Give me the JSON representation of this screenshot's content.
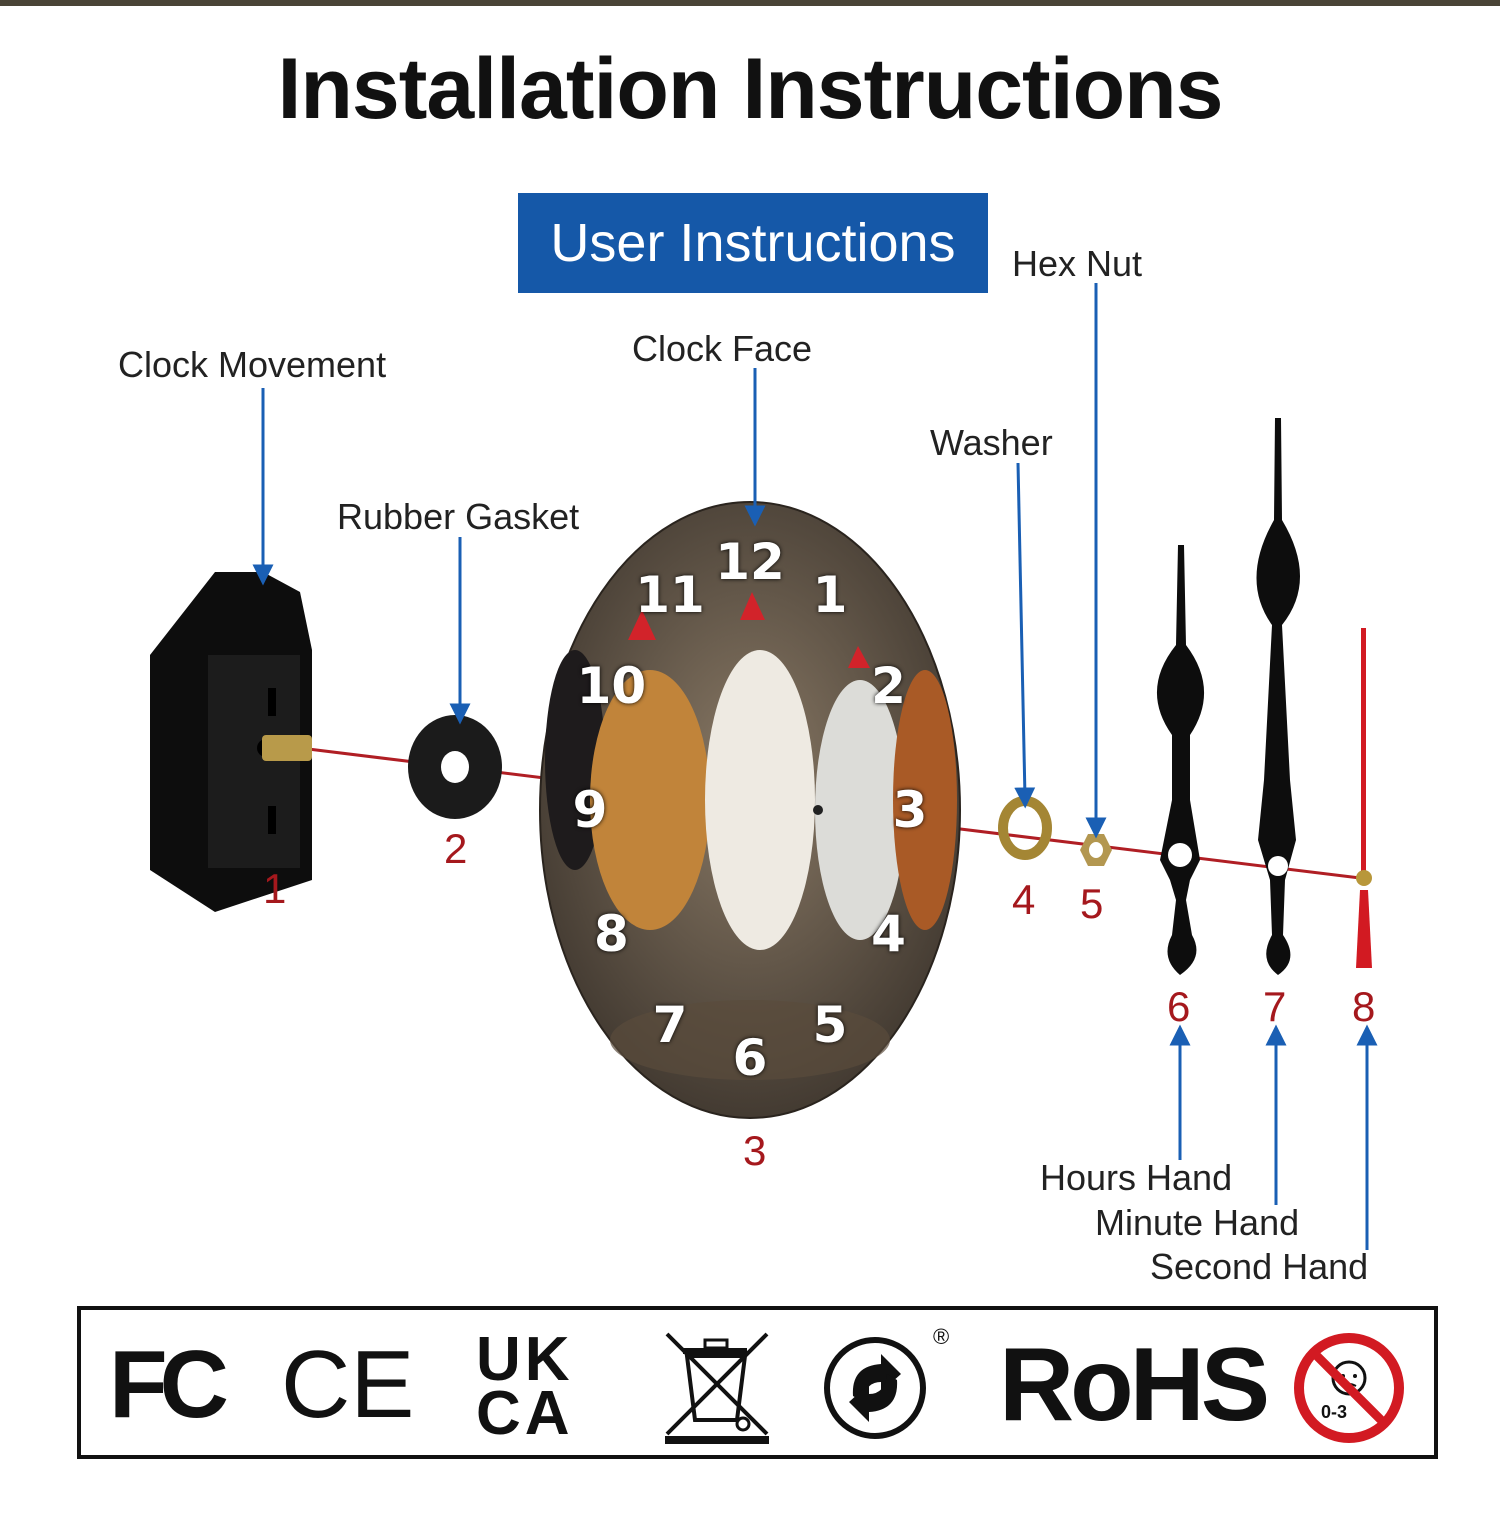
{
  "title": "Installation Instructions",
  "banner": "User Instructions",
  "labels": {
    "movement": "Clock Movement",
    "gasket": "Rubber Gasket",
    "face": "Clock Face",
    "washer": "Washer",
    "hexnut": "Hex Nut",
    "hours": "Hours Hand",
    "minute": "Minute Hand",
    "second": "Second Hand"
  },
  "numbers": [
    "1",
    "2",
    "3",
    "4",
    "5",
    "6",
    "7",
    "8"
  ],
  "clock_numerals": [
    "12",
    "1",
    "2",
    "3",
    "4",
    "5",
    "6",
    "7",
    "8",
    "9",
    "10",
    "11"
  ],
  "certifications": {
    "fc": "FC",
    "ce": "CE",
    "ukca_top": "UK",
    "ukca_bottom": "CA",
    "rohs": "RoHS",
    "registered": "®",
    "age": "0-3"
  },
  "colors": {
    "banner": "#1558a8",
    "arrow": "#1a5fb4",
    "axis": "#b01e24",
    "number": "#a5181d"
  }
}
